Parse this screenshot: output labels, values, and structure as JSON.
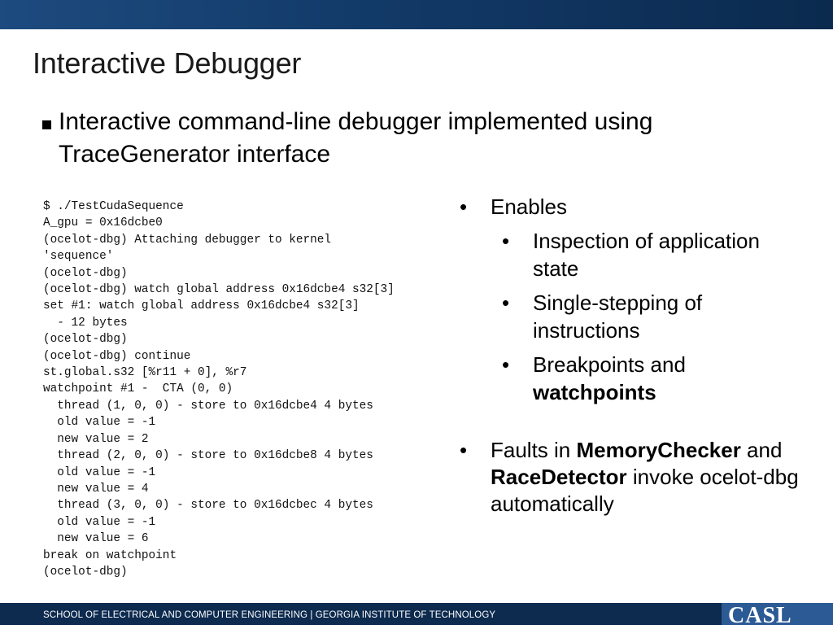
{
  "slide": {
    "title": "Interactive Debugger",
    "main_bullet": "Interactive command-line debugger implemented using TraceGenerator interface"
  },
  "code_listing": [
    "$ ./TestCudaSequence",
    "A_gpu = 0x16dcbe0",
    "(ocelot-dbg) Attaching debugger to kernel",
    "'sequence'",
    "(ocelot-dbg)",
    "(ocelot-dbg) watch global address 0x16dcbe4 s32[3]",
    "set #1: watch global address 0x16dcbe4 s32[3]",
    "  - 12 bytes",
    "(ocelot-dbg)",
    "(ocelot-dbg) continue",
    "st.global.s32 [%r11 + 0], %r7",
    "watchpoint #1 -  CTA (0, 0)",
    "  thread (1, 0, 0) - store to 0x16dcbe4 4 bytes",
    "  old value = -1",
    "  new value = 2",
    "  thread (2, 0, 0) - store to 0x16dcbe8 4 bytes",
    "  old value = -1",
    "  new value = 4",
    "  thread (3, 0, 0) - store to 0x16dcbec 4 bytes",
    "  old value = -1",
    "  new value = 6",
    "break on watchpoint",
    "(ocelot-dbg)"
  ],
  "right_bullets": {
    "enables": {
      "label": "Enables",
      "items": [
        "Inspection of application state",
        "Single-stepping of instructions"
      ],
      "breakpoints_prefix": "Breakpoints and",
      "breakpoints_bold": "watchpoints"
    },
    "faults": {
      "prefix": "Faults in",
      "memory_checker": "MemoryChecker",
      "and": "and",
      "race_detector": "RaceDetector",
      "suffix": "invoke ocelot-dbg automatically"
    },
    "bullet_char": "•"
  },
  "footer": {
    "text": "SCHOOL OF ELECTRICAL AND COMPUTER ENGINEERING | GEORGIA INSTITUTE OF TECHNOLOGY",
    "logo": "CASL"
  },
  "colors": {
    "header_bar": "#123a68",
    "footer_bar": "#0d2a4f",
    "logo_box": "#2c5a95"
  }
}
